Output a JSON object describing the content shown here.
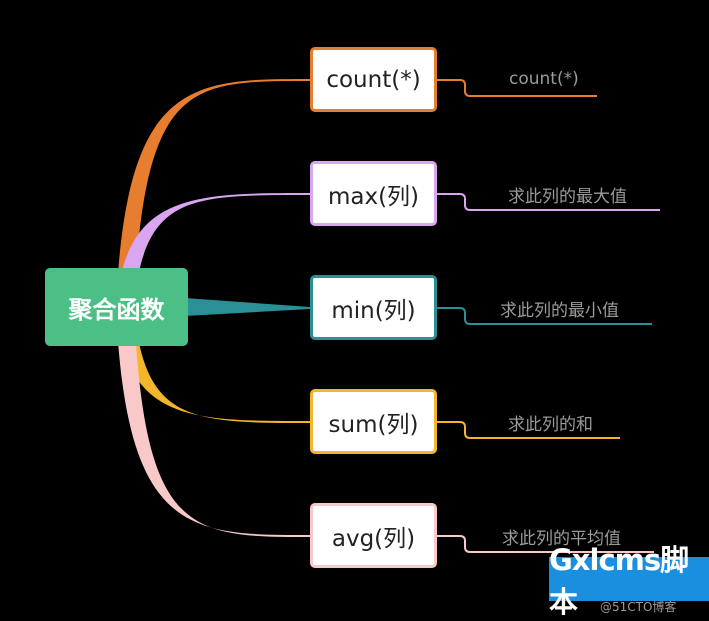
{
  "root": {
    "label": "聚合函数",
    "color": "#4cbf86"
  },
  "branches": [
    {
      "label": "count(*)",
      "note": "count(*)",
      "color": "#e77d2f"
    },
    {
      "label": "max(列)",
      "note": "求此列的最大值",
      "color": "#d9a6ef"
    },
    {
      "label": "min(列)",
      "note": "求此列的最小值",
      "color": "#2b8f96"
    },
    {
      "label": "sum(列)",
      "note": "求此列的和",
      "color": "#f3b52c"
    },
    {
      "label": "avg(列)",
      "note": "求此列的平均值",
      "color": "#f9c9c9"
    }
  ],
  "watermark": {
    "brand": "Gxlcms脚本",
    "sub": "@51CTO博客"
  }
}
